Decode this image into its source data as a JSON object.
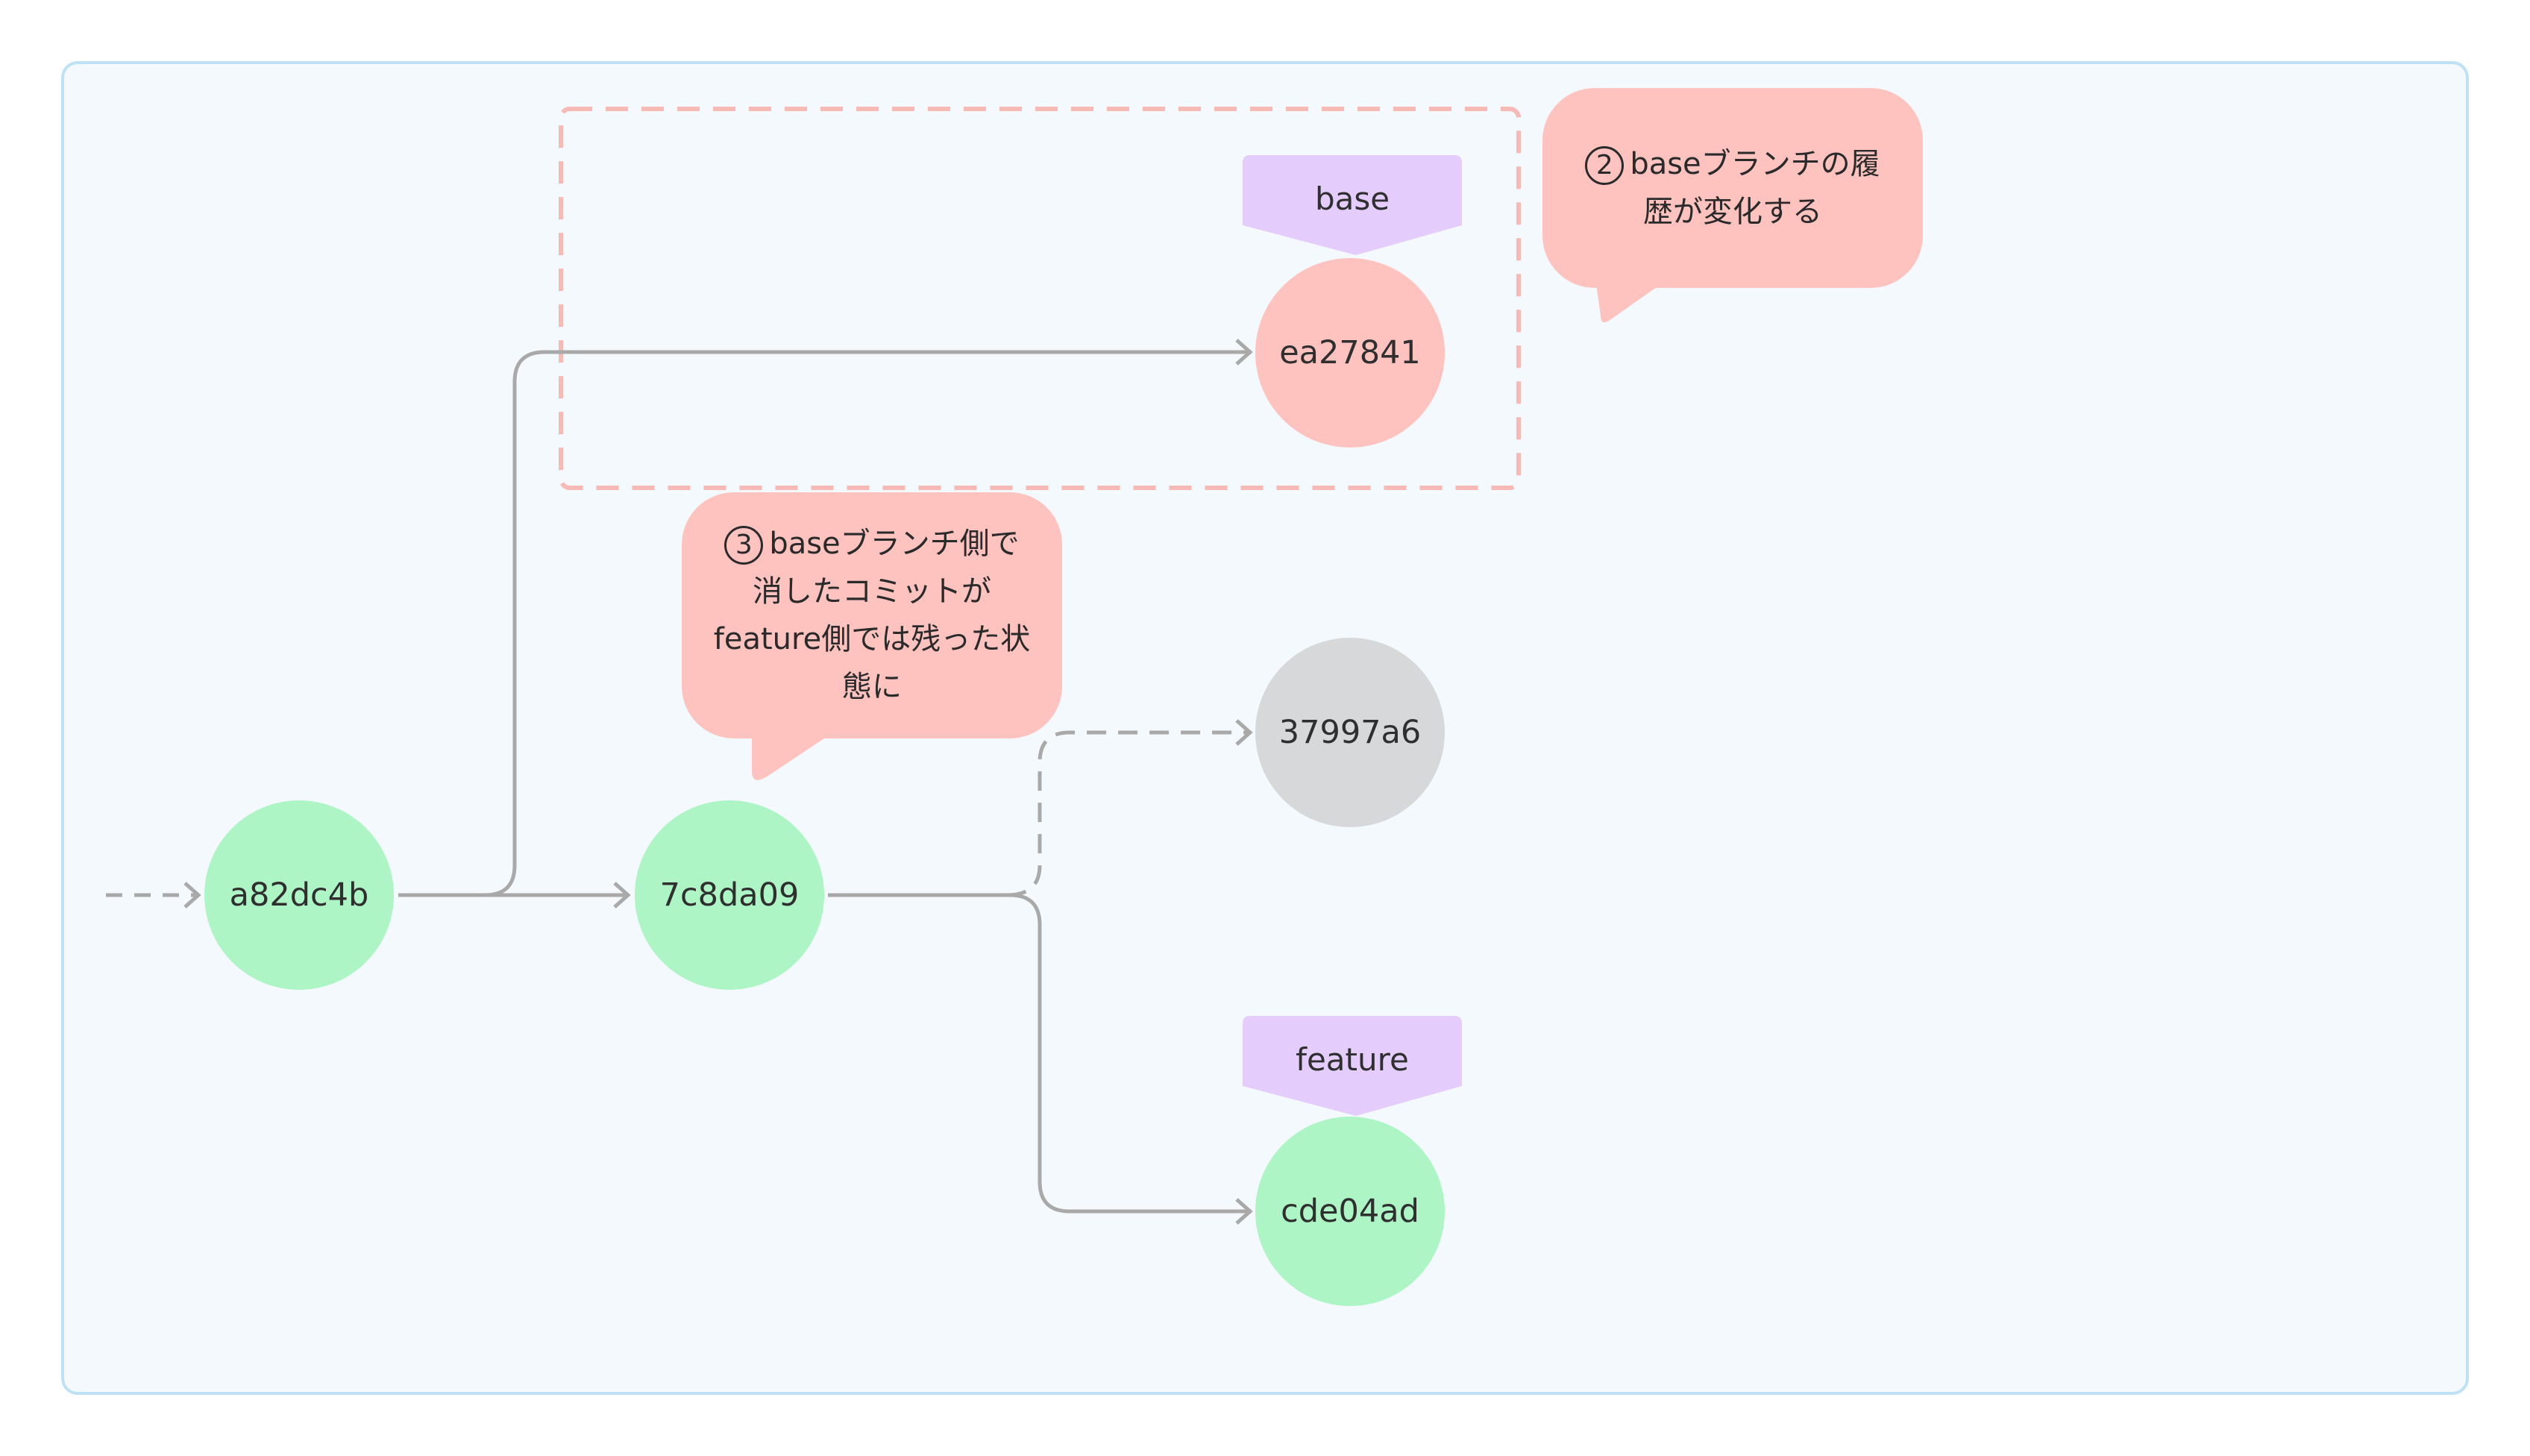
{
  "commits": {
    "a82dc4b": "a82dc4b",
    "7c8da09": "7c8da09",
    "ea27841": "ea27841",
    "37997a6": "37997a6",
    "cde04ad": "cde04ad"
  },
  "branches": {
    "base": "base",
    "feature": "feature"
  },
  "callouts": {
    "c2_num": "2",
    "c2_line1": "baseブランチの履",
    "c2_line2": "歴が変化する",
    "c3_num": "3",
    "c3_line1": "baseブランチ側で",
    "c3_line2": "消したコミットが",
    "c3_line3": "feature側では残った状",
    "c3_line4": "態に"
  },
  "colors": {
    "frame_bg": "#f4f9fd",
    "frame_border": "#bfe1f5",
    "commit_green": "#aef5c6",
    "commit_pink": "#ffc3bf",
    "commit_gray": "#d6d8da",
    "branch_tag": "#e4cdfc",
    "callout": "#ffc3bf",
    "highlight_dash": "#f7b9b4",
    "edge": "#a9a9a9"
  }
}
